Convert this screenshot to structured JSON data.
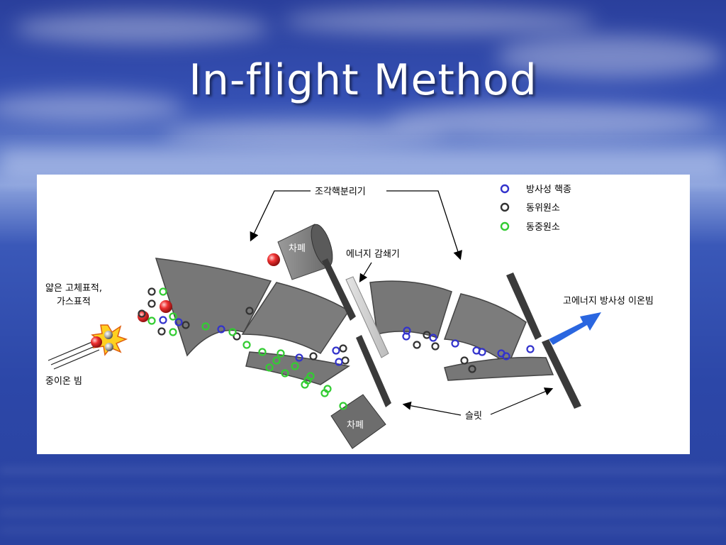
{
  "slide": {
    "title": "In-flight Method"
  },
  "diagram": {
    "separator_label": "조각핵분리기",
    "degrader_label": "에너지 감쇄기",
    "target_label_line1": "얇은 고체표적,",
    "target_label_line2": "가스표적",
    "beam_label": "중이온 빔",
    "shield_top_label": "차폐",
    "shield_bottom_label": "차폐",
    "slit_label": "슬릿",
    "output_label": "고에너지 방사성 이온빔",
    "legend": [
      {
        "label": "방사성 핵종",
        "color": "#3333cc"
      },
      {
        "label": "동위원소",
        "color": "#333333"
      },
      {
        "label": "동중원소",
        "color": "#33cc33"
      }
    ],
    "colors": {
      "magnet": "#7a7a7a",
      "particle_red": "#e02020",
      "arrow_blue": "#2a66e0"
    }
  }
}
